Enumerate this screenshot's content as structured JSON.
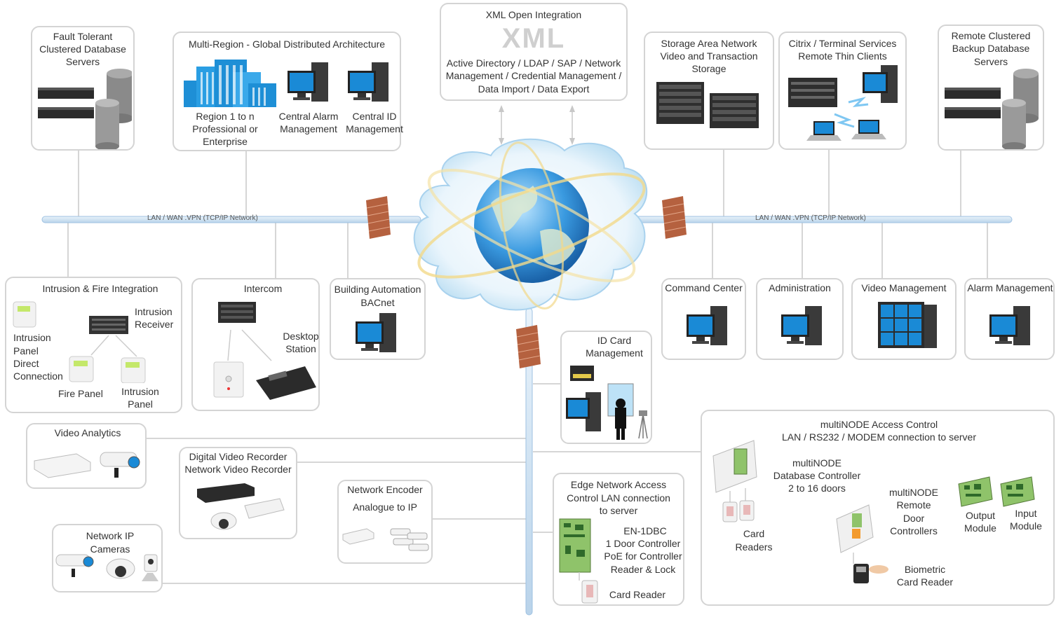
{
  "network": {
    "left_bus_label": "LAN / WAN .VPN (TCP/IP Network)",
    "right_bus_label": "LAN / WAN .VPN (TCP/IP Network)"
  },
  "boxes": {
    "fault_tolerant": [
      "Fault Tolerant",
      "Clustered Database",
      "Servers"
    ],
    "multi_region": {
      "title": "Multi-Region - Global Distributed Architecture",
      "region": [
        "Region 1 to n",
        "Professional or",
        "Enterprise"
      ],
      "central_alarm": [
        "Central Alarm",
        "Management"
      ],
      "central_id": [
        "Central ID",
        "Management"
      ]
    },
    "xml": {
      "title": "XML Open Integration",
      "logo": "XML",
      "lines": [
        "Active Directory / LDAP / SAP /  Network",
        "Management / Credential Management /",
        "Data Import / Data Export"
      ]
    },
    "san": [
      "Storage Area Network",
      "Video and Transaction",
      "Storage"
    ],
    "citrix": [
      "Citrix / Terminal Services",
      "Remote Thin Clients"
    ],
    "remote_backup": [
      "Remote Clustered",
      "Backup Database",
      "Servers"
    ],
    "intrusion": {
      "title": "Intrusion & Fire Integration",
      "receiver": [
        "Intrusion",
        "Receiver"
      ],
      "panel_direct": [
        "Intrusion",
        "Panel",
        "Direct",
        "Connection"
      ],
      "fire_panel": "Fire Panel",
      "intrusion_panel": [
        "Intrusion",
        "Panel"
      ]
    },
    "intercom": {
      "title": "Intercom",
      "desktop": [
        "Desktop",
        "Station"
      ]
    },
    "building_automation": [
      "Building Automation",
      "BACnet"
    ],
    "command_center": "Command Center",
    "administration": "Administration",
    "video_management": "Video Management",
    "alarm_management": "Alarm Management",
    "id_card": [
      "ID Card",
      "Management"
    ],
    "video_analytics": "Video Analytics",
    "dvr": [
      "Digital Video Recorder",
      "Network Video Recorder"
    ],
    "encoder": [
      "Network Encoder",
      "Analogue to IP"
    ],
    "ip_cameras": [
      "Network IP",
      "Cameras"
    ],
    "edge": {
      "title": [
        "Edge Network Access",
        "Control LAN connection",
        "to server"
      ],
      "desc": [
        "EN-1DBC",
        "1 Door Controller",
        "PoE for Controller",
        "Reader & Lock"
      ],
      "card_reader": "Card Reader"
    },
    "multinode": {
      "title": [
        "multiNODE Access Control",
        "LAN / RS232 / MODEM connection to server"
      ],
      "db_controller": [
        "multiNODE",
        "Database Controller",
        "2 to 16 doors"
      ],
      "remote": [
        "multiNODE",
        "Remote",
        "Door",
        "Controllers"
      ],
      "output": [
        "Output",
        "Module"
      ],
      "input": [
        "Input",
        "Module"
      ],
      "card_readers": [
        "Card",
        "Readers"
      ],
      "biometric": [
        "Biometric",
        "Card Reader"
      ]
    }
  },
  "colors": {
    "box_border": "#d4d4d4",
    "bus": "#b9d3ea",
    "wire": "#c8c8c8",
    "building": "#1e8fd6",
    "firewall": "#b5613f"
  }
}
